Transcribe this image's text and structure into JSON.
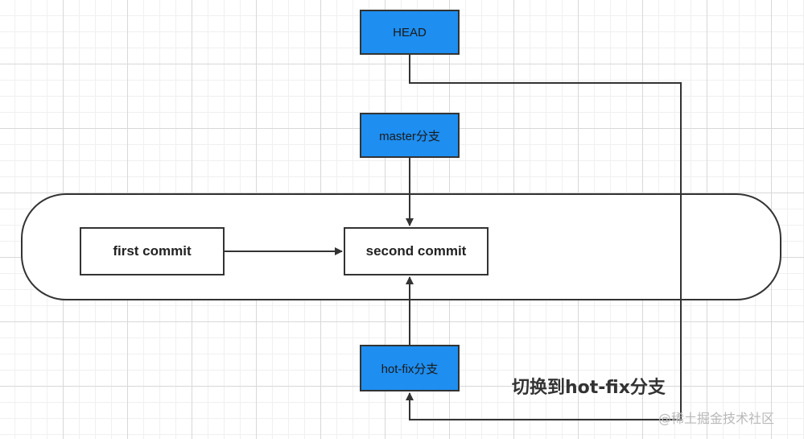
{
  "diagram": {
    "nodes": {
      "head": {
        "label": "HEAD"
      },
      "master": {
        "label": "master分支"
      },
      "hotfix": {
        "label": "hot-fix分支"
      },
      "first_commit": {
        "label": "first commit"
      },
      "second_commit": {
        "label": "second commit"
      }
    },
    "edges": [
      {
        "from": "first_commit",
        "to": "second_commit"
      },
      {
        "from": "master",
        "to": "second_commit"
      },
      {
        "from": "hotfix",
        "to": "second_commit"
      },
      {
        "from": "head",
        "to": "hotfix"
      }
    ],
    "annotation": "切换到hot-fix分支",
    "watermark": "@稀土掘金技术社区"
  },
  "colors": {
    "branch_fill": "#1e8ef0",
    "commit_fill": "#ffffff",
    "stroke": "#333333"
  }
}
